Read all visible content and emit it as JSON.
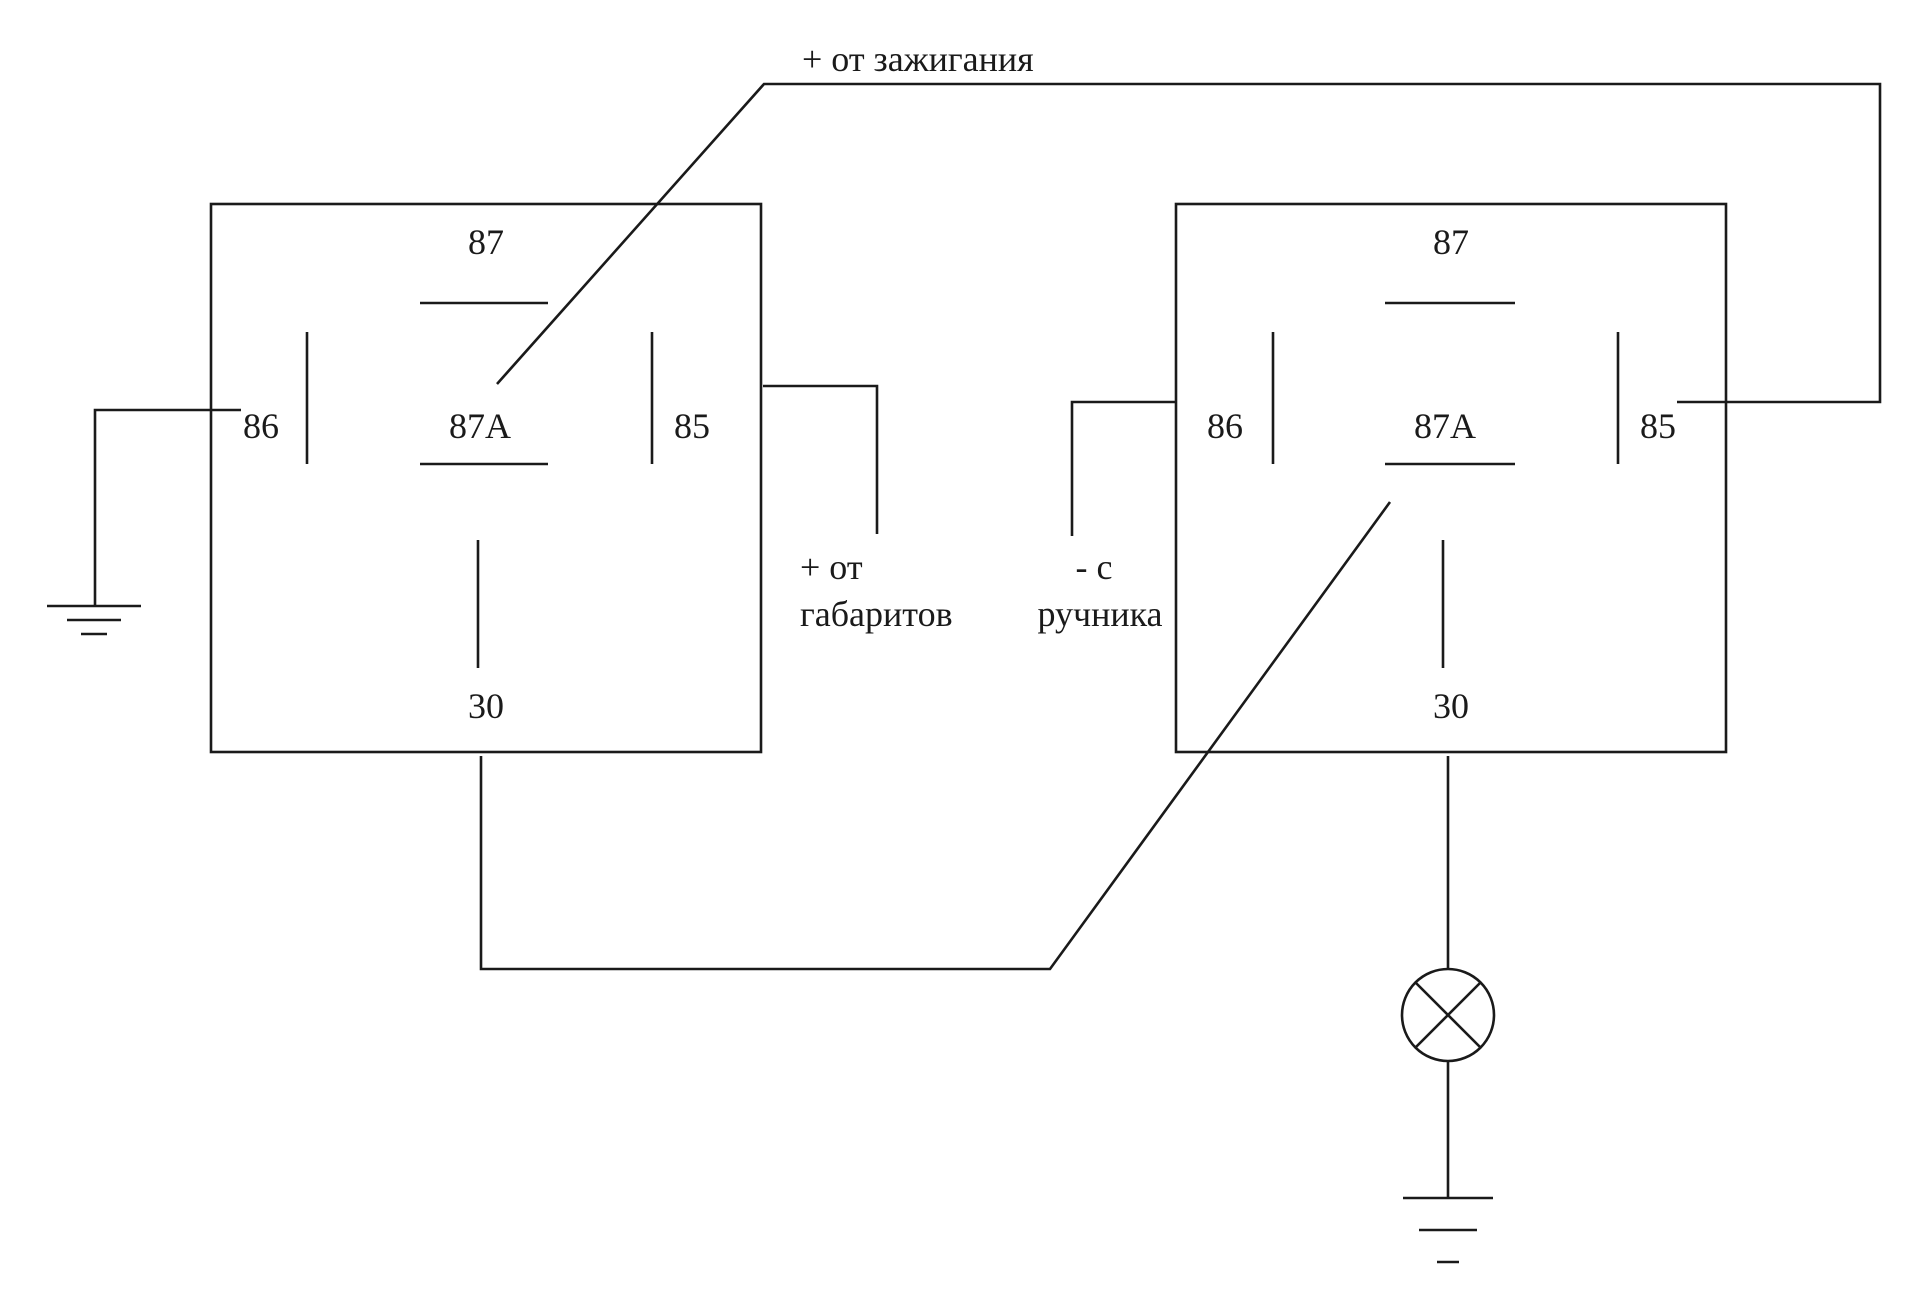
{
  "relay_left": {
    "pin_87": "87",
    "pin_87a": "87A",
    "pin_86": "86",
    "pin_85": "85",
    "pin_30": "30"
  },
  "relay_right": {
    "pin_87": "87",
    "pin_87a": "87A",
    "pin_86": "86",
    "pin_85": "85",
    "pin_30": "30"
  },
  "labels": {
    "ignition": "+ от зажигания",
    "markers_line1": "+ от",
    "markers_line2": "габаритов",
    "handbrake_line1": "- с",
    "handbrake_line2": "ручника"
  }
}
